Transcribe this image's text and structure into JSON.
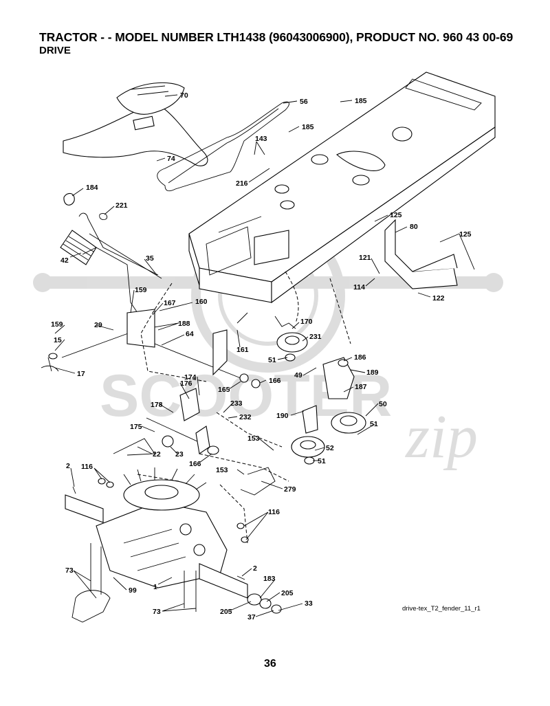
{
  "document": {
    "title": "TRACTOR - - MODEL NUMBER LTH1438 (96043006900), PRODUCT NO. 960 43 00-69",
    "subtitle": "DRIVE",
    "caption": "drive-tex_T2_fender_11_r1",
    "page_number": "36",
    "watermark": "SCOOTER zip"
  },
  "part_labels": [
    "70",
    "56",
    "185",
    "185",
    "143",
    "74",
    "216",
    "184",
    "221",
    "125",
    "80",
    "125",
    "42",
    "35",
    "121",
    "114",
    "122",
    "159",
    "167",
    "160",
    "159",
    "29",
    "188",
    "64",
    "15",
    "17",
    "170",
    "231",
    "161",
    "186",
    "51",
    "49",
    "189",
    "187",
    "176",
    "174",
    "166",
    "165",
    "178",
    "233",
    "232",
    "50",
    "190",
    "51",
    "175",
    "153",
    "52",
    "22",
    "23",
    "166",
    "51",
    "2",
    "116",
    "153",
    "279",
    "116",
    "73",
    "2",
    "183",
    "99",
    "1",
    "205",
    "33",
    "73",
    "205",
    "37"
  ]
}
